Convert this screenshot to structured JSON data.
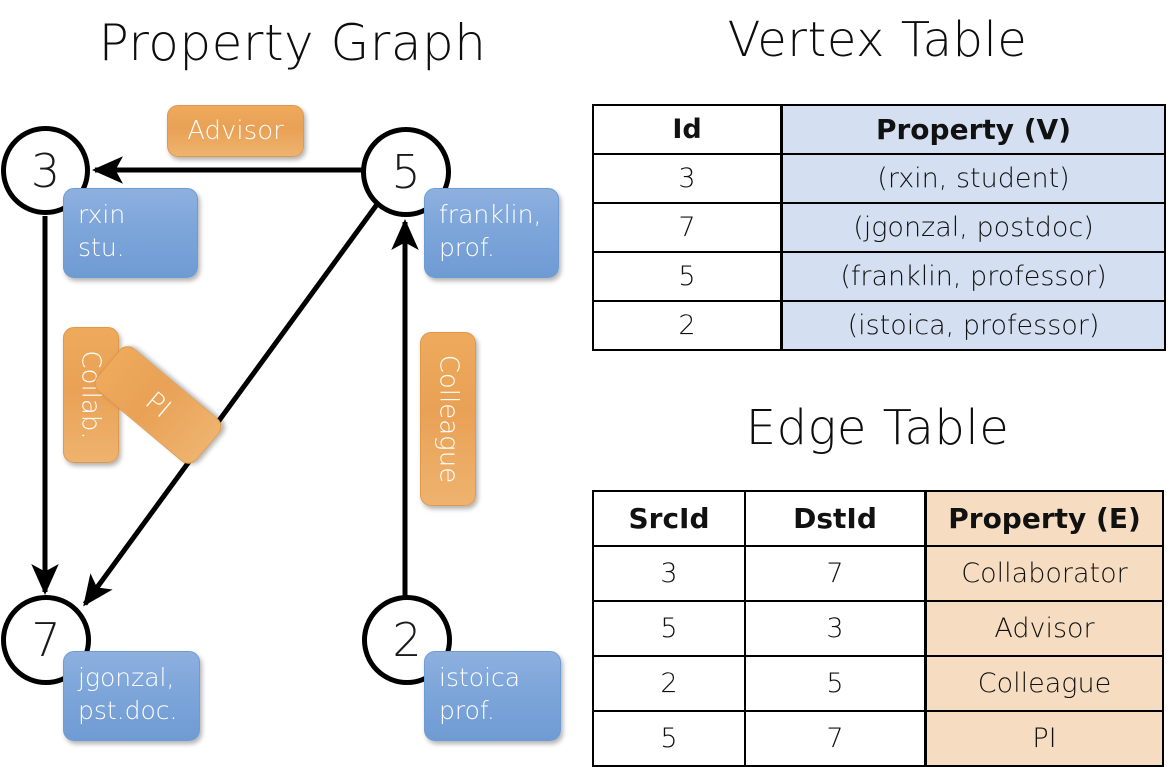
{
  "titles": {
    "property_graph": "Property Graph",
    "vertex_table": "Vertex Table",
    "edge_table": "Edge Table"
  },
  "colors": {
    "vertex_property_fill": "#d4dff1",
    "edge_property_fill": "#f6ddc2",
    "node_property_box": "#7ea6da",
    "edge_label_box": "#e9a155",
    "stroke": "#000000",
    "background": "#ffffff"
  },
  "graph": {
    "nodes": [
      {
        "id": "3",
        "property": [
          "rxin",
          "stu."
        ]
      },
      {
        "id": "5",
        "property": [
          "franklin,",
          "prof."
        ]
      },
      {
        "id": "7",
        "property": [
          "jgonzal,",
          "pst.doc."
        ]
      },
      {
        "id": "2",
        "property": [
          "istoica",
          "prof."
        ]
      }
    ],
    "edge_labels": [
      {
        "name": "advisor-label",
        "text": "Advisor"
      },
      {
        "name": "collab-label",
        "text": "Collab."
      },
      {
        "name": "pi-label",
        "text": "PI"
      },
      {
        "name": "colleague-label",
        "text": "Colleague"
      }
    ],
    "edges": [
      {
        "from": "5",
        "to": "3",
        "label": "Advisor"
      },
      {
        "from": "3",
        "to": "7",
        "label": "Collab."
      },
      {
        "from": "5",
        "to": "7",
        "label": "PI"
      },
      {
        "from": "2",
        "to": "5",
        "label": "Colleague"
      }
    ]
  },
  "vertex_table": {
    "headers": [
      "Id",
      "Property (V)"
    ],
    "rows": [
      {
        "id": "3",
        "property": "(rxin, student)"
      },
      {
        "id": "7",
        "property": "(jgonzal, postdoc)"
      },
      {
        "id": "5",
        "property": "(franklin, professor)"
      },
      {
        "id": "2",
        "property": "(istoica, professor)"
      }
    ]
  },
  "edge_table": {
    "headers": [
      "SrcId",
      "DstId",
      "Property (E)"
    ],
    "rows": [
      {
        "src": "3",
        "dst": "7",
        "property": "Collaborator"
      },
      {
        "src": "5",
        "dst": "3",
        "property": "Advisor"
      },
      {
        "src": "2",
        "dst": "5",
        "property": "Colleague"
      },
      {
        "src": "5",
        "dst": "7",
        "property": "PI"
      }
    ]
  }
}
